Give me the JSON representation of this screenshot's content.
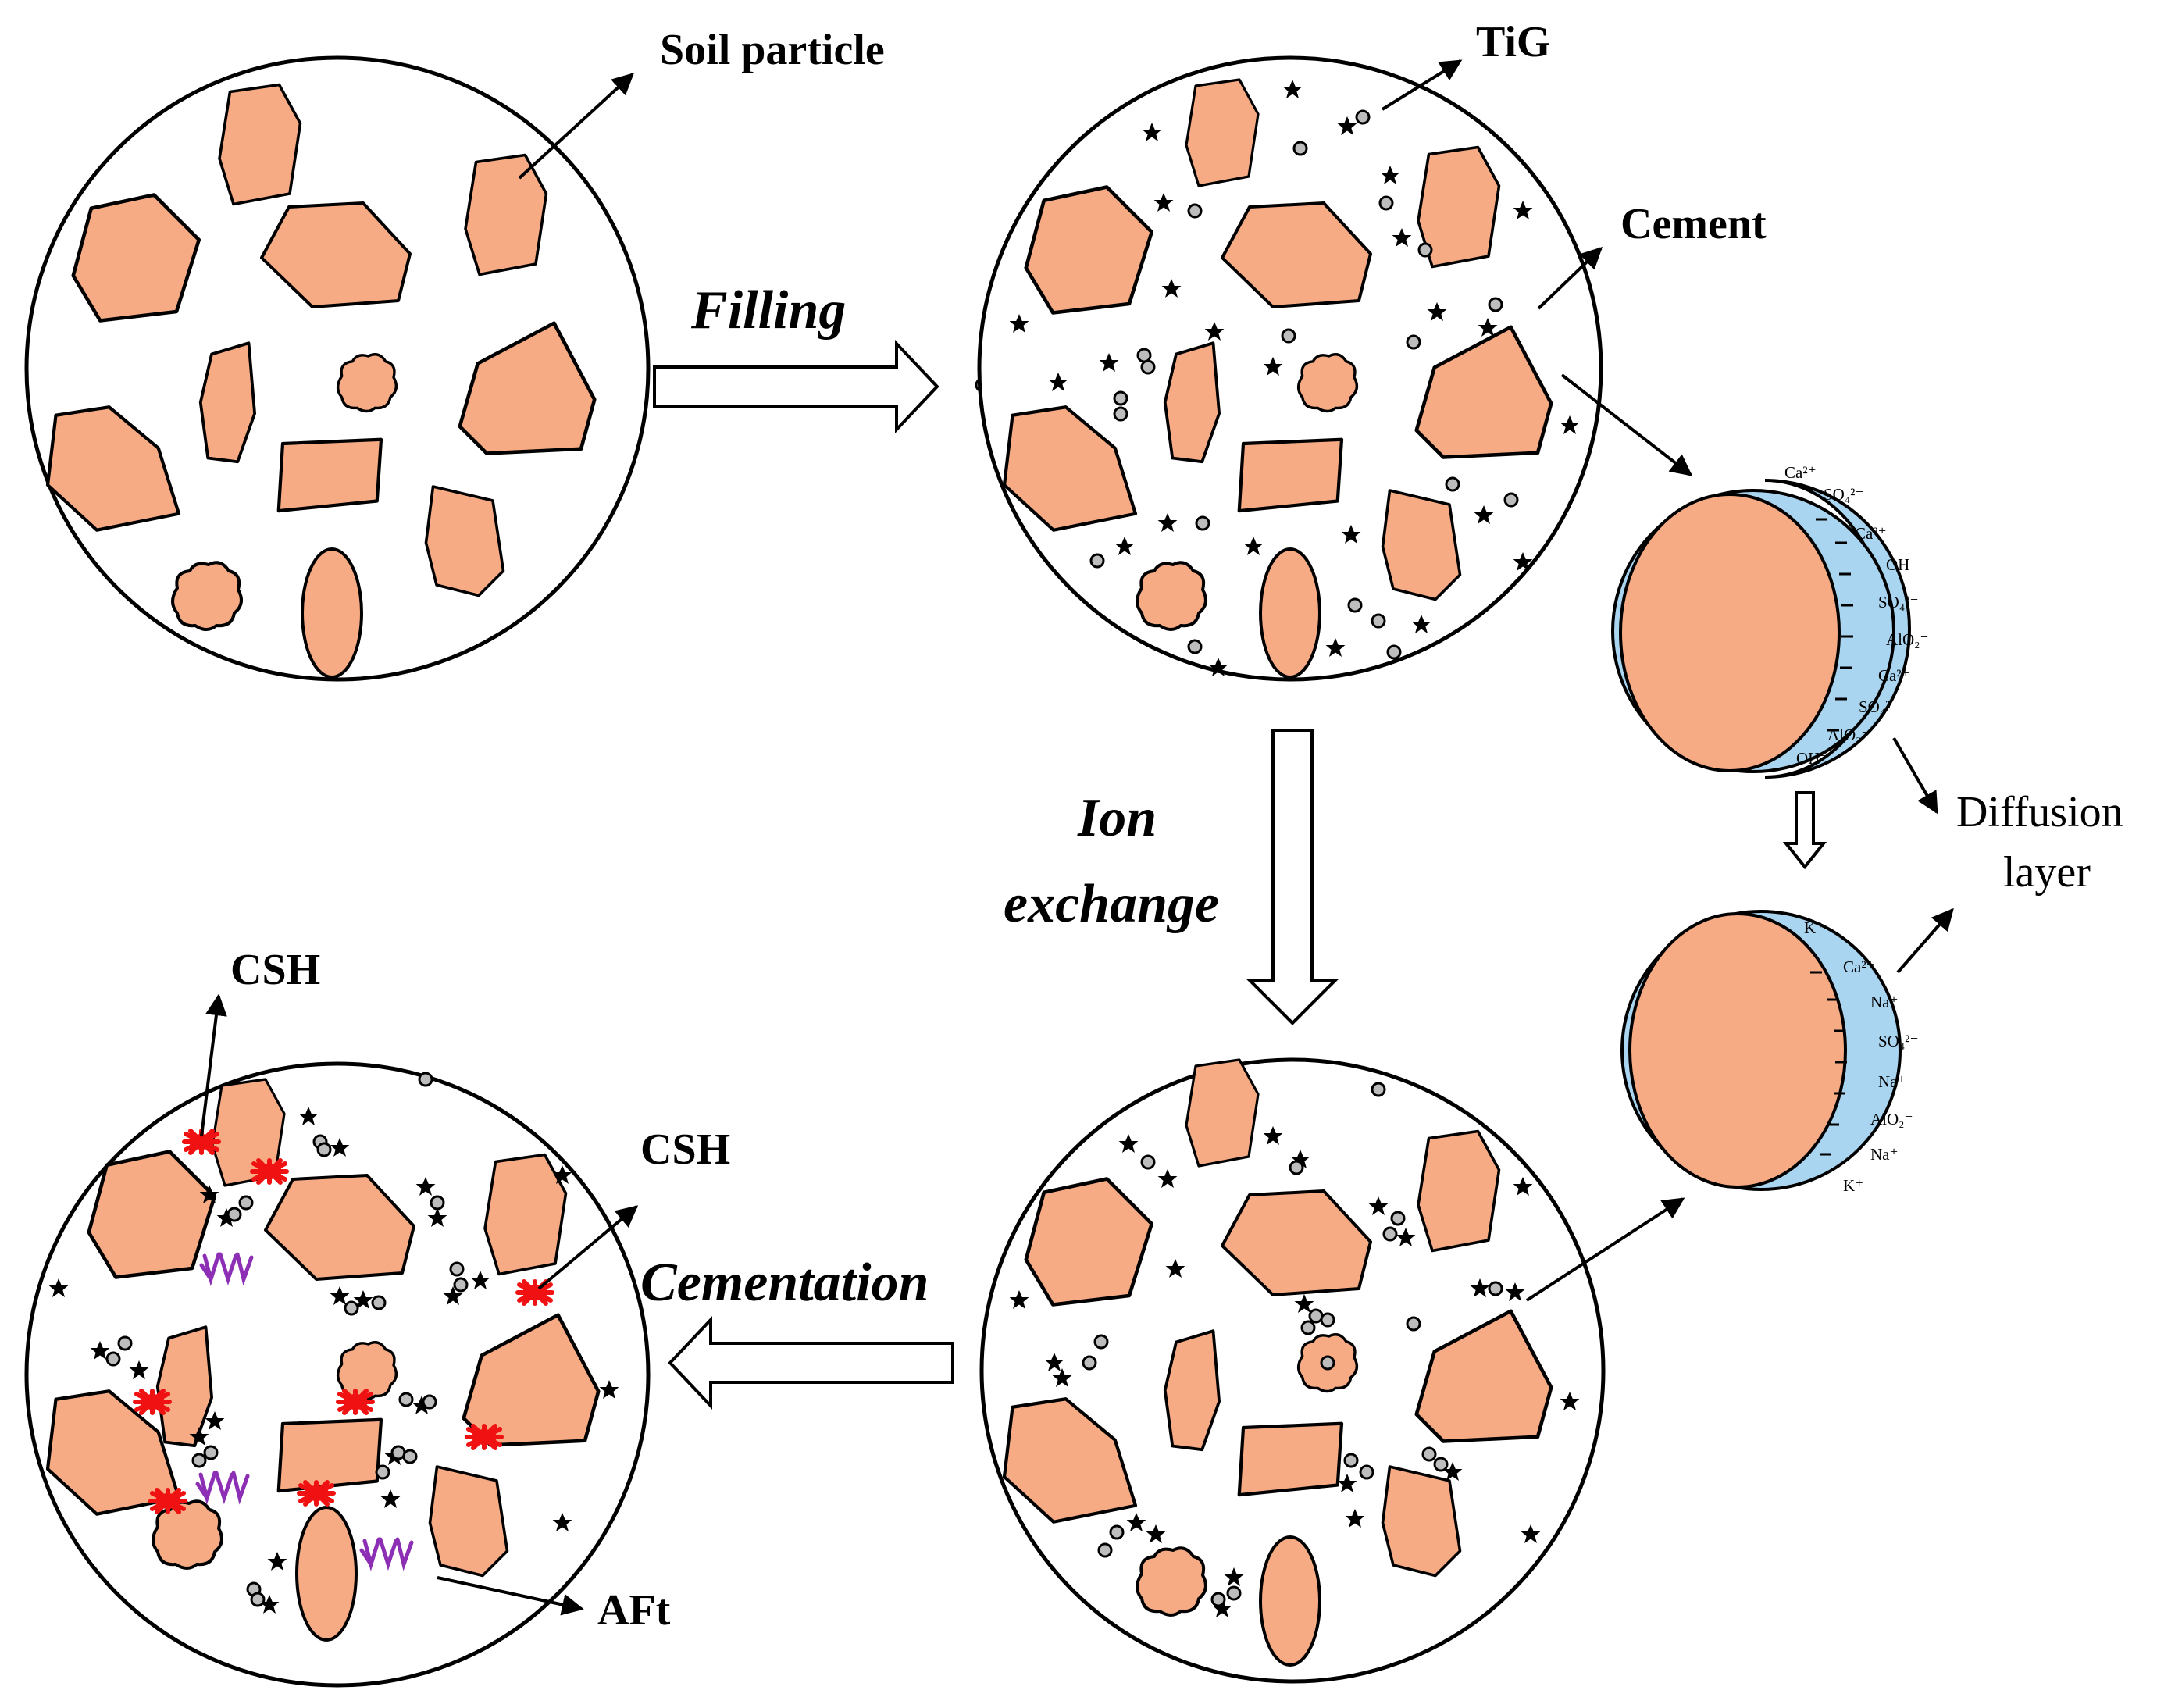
{
  "labels": {
    "soil_particle": "Soil particle",
    "tig": "TiG",
    "cement": "Cement",
    "diffusion_layer_line1": "Diffusion",
    "diffusion_layer_line2": "layer",
    "csh_top": "CSH",
    "csh_right": "CSH",
    "aft": "AFt"
  },
  "processes": {
    "filling": "Filling",
    "ion_exchange_line1": "Ion",
    "ion_exchange_line2": "exchange",
    "cementation": "Cementation"
  },
  "diffusion_ions_before": [
    "Ca²⁺",
    "SO₄²⁻",
    "Ca²⁺",
    "OH⁻",
    "SO₄²⁻",
    "AlO₂⁻",
    "Ca²⁺",
    "SO₄²⁻",
    "AlO₂⁻",
    "OH⁻"
  ],
  "diffusion_ions_after": [
    "K⁺",
    "Ca²⁺",
    "Na⁺",
    "SO₄²⁻",
    "Na⁺",
    "AlO₂⁻",
    "Na⁺",
    "K⁺"
  ],
  "colors": {
    "particle_fill": "#F6AB84",
    "diffusion_fill": "#A9D5F1",
    "csh_bond": "#F01212",
    "aft_crystal": "#8C2FB5",
    "outline": "#000000",
    "tig_fill": "#BDBDBD"
  }
}
